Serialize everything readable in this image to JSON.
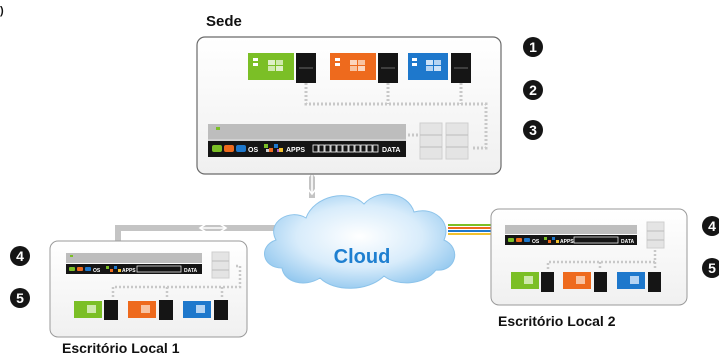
{
  "left_edge_mark": ")",
  "sites": {
    "hq": {
      "title": "Sede"
    },
    "office1": {
      "title": "Escritório Local 1"
    },
    "office2": {
      "title": "Escritório Local 2"
    }
  },
  "cloud": {
    "label": "Cloud"
  },
  "server_labels": {
    "os": "OS",
    "apps": "APPS",
    "data": "DATA"
  },
  "badges": {
    "hq": [
      "1",
      "2",
      "3"
    ],
    "office2": [
      "4",
      "5"
    ],
    "office1": [
      "4",
      "5"
    ]
  },
  "colors": {
    "green": "#7bbf26",
    "orange": "#ee6a1d",
    "blue": "#1e78cc",
    "dark": "#151515",
    "server": "#bdbdbd",
    "link": "#c4c4c4",
    "cloud_text": "#1e7fd0"
  },
  "icons": {
    "workstation": "windows-desktop-icon",
    "tower": "server-tower-icon",
    "storage": "storage-cylinder-icon",
    "cloud": "cloud-icon",
    "double_arrow": "double-arrow-icon"
  }
}
